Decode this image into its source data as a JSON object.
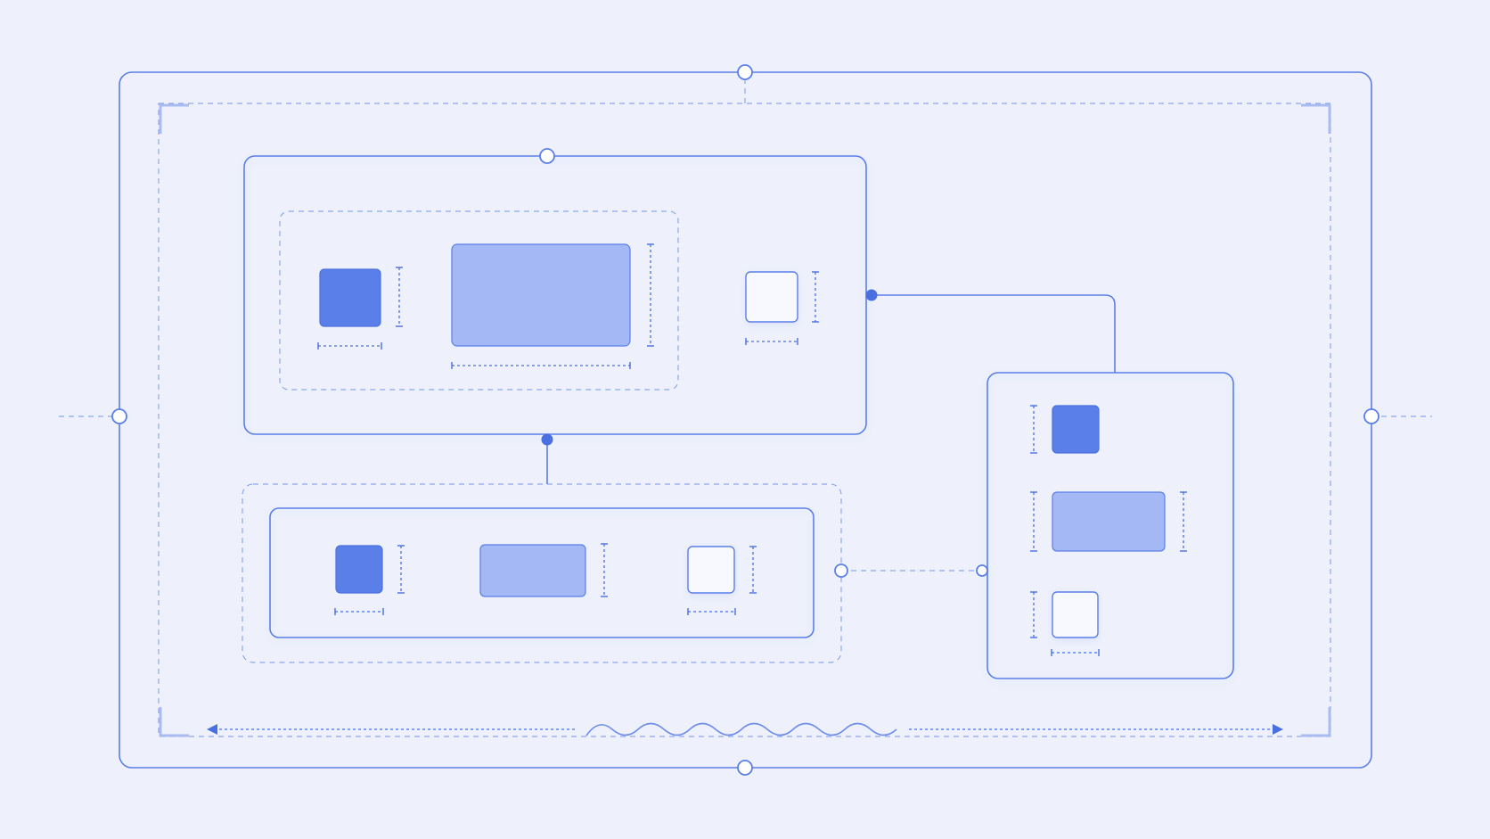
{
  "palette": {
    "background": "#eef1fb",
    "panel": "#f2f4fd",
    "outline": "#5b7ee8",
    "dashed_outline": "#8ea6ee",
    "dimension_line": "#4a6fe0",
    "block_dark": "#5b7fe9",
    "block_light": "#a3b8f5",
    "block_white": "#f8f9ff"
  },
  "diagram": {
    "kind": "layout wireframe",
    "text": "none",
    "blocks": [
      {
        "panel": "top-left",
        "items": [
          "dark-square",
          "light-rectangle",
          "white-square"
        ]
      },
      {
        "panel": "bottom-left",
        "items": [
          "dark-square",
          "light-rectangle",
          "white-square"
        ]
      },
      {
        "panel": "right",
        "items": [
          "dark-square",
          "light-rectangle",
          "white-square"
        ]
      }
    ],
    "icons": [
      "open-anchor-icon",
      "filled-anchor-icon",
      "arrow-left-icon",
      "arrow-right-icon",
      "wave-icon"
    ]
  }
}
